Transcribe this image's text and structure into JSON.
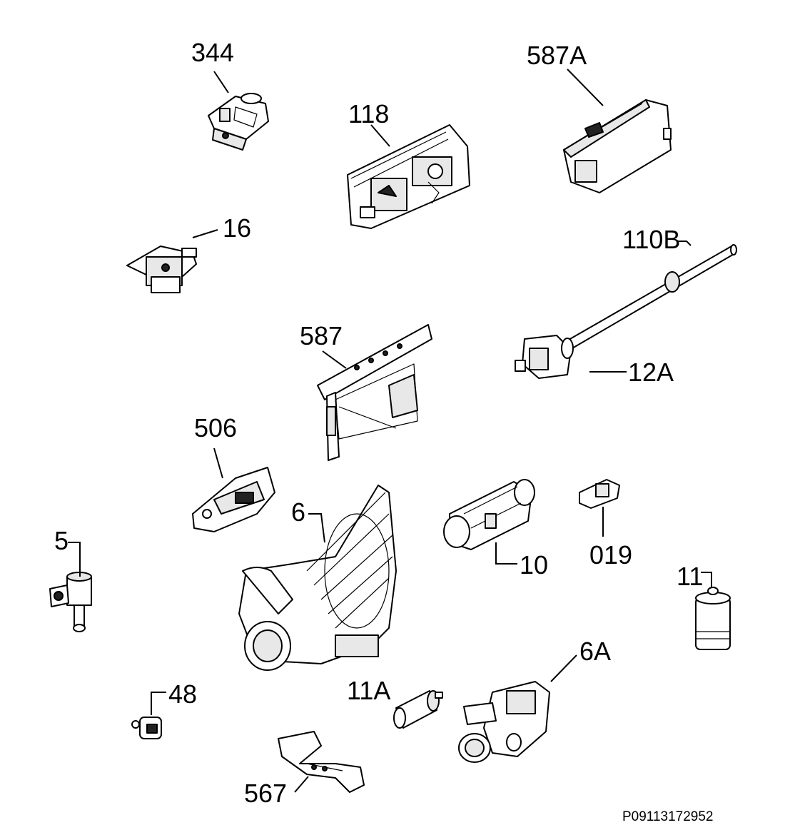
{
  "diagram": {
    "labels": {
      "l344": "344",
      "l118": "118",
      "l587A": "587A",
      "l16": "16",
      "l110B": "110B",
      "l587": "587",
      "l12A": "12A",
      "l506": "506",
      "l6": "6",
      "l10": "10",
      "l019": "019",
      "l5": "5",
      "l11": "11",
      "l6A": "6A",
      "l48": "48",
      "l11A": "11A",
      "l567": "567"
    },
    "drawing_code": "P09113172952"
  }
}
